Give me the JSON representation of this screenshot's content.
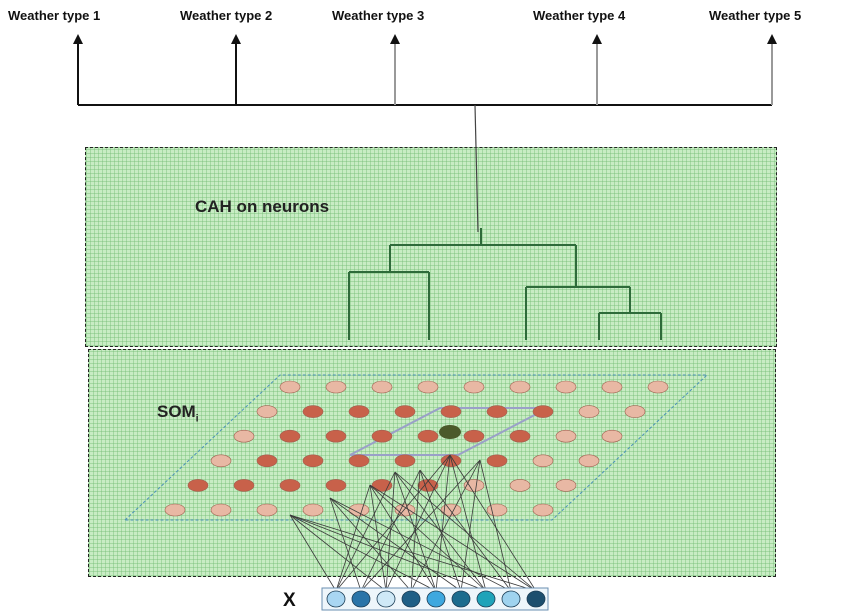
{
  "weather_types": [
    {
      "label": "Weather type 1"
    },
    {
      "label": "Weather type 2"
    },
    {
      "label": "Weather type 3"
    },
    {
      "label": "Weather type 4"
    },
    {
      "label": "Weather type 5"
    }
  ],
  "cah": {
    "label": "CAH on neurons"
  },
  "som": {
    "label": "SOM",
    "subscript": "i"
  },
  "input": {
    "label": "X",
    "node_colors": [
      "#a9d6f2",
      "#2a74a8",
      "#cfe9f7",
      "#1f5f86",
      "#3ea8df",
      "#1c6c8e",
      "#1fa3b9",
      "#9fd3ef",
      "#1d4f6e"
    ]
  },
  "colors": {
    "grid_green": "#c8ecc4",
    "tree_green": "#2e6b3a",
    "neuron_dark": "#c8614a",
    "neuron_light": "#e8b8a4",
    "winner": "#4b5a2a"
  }
}
